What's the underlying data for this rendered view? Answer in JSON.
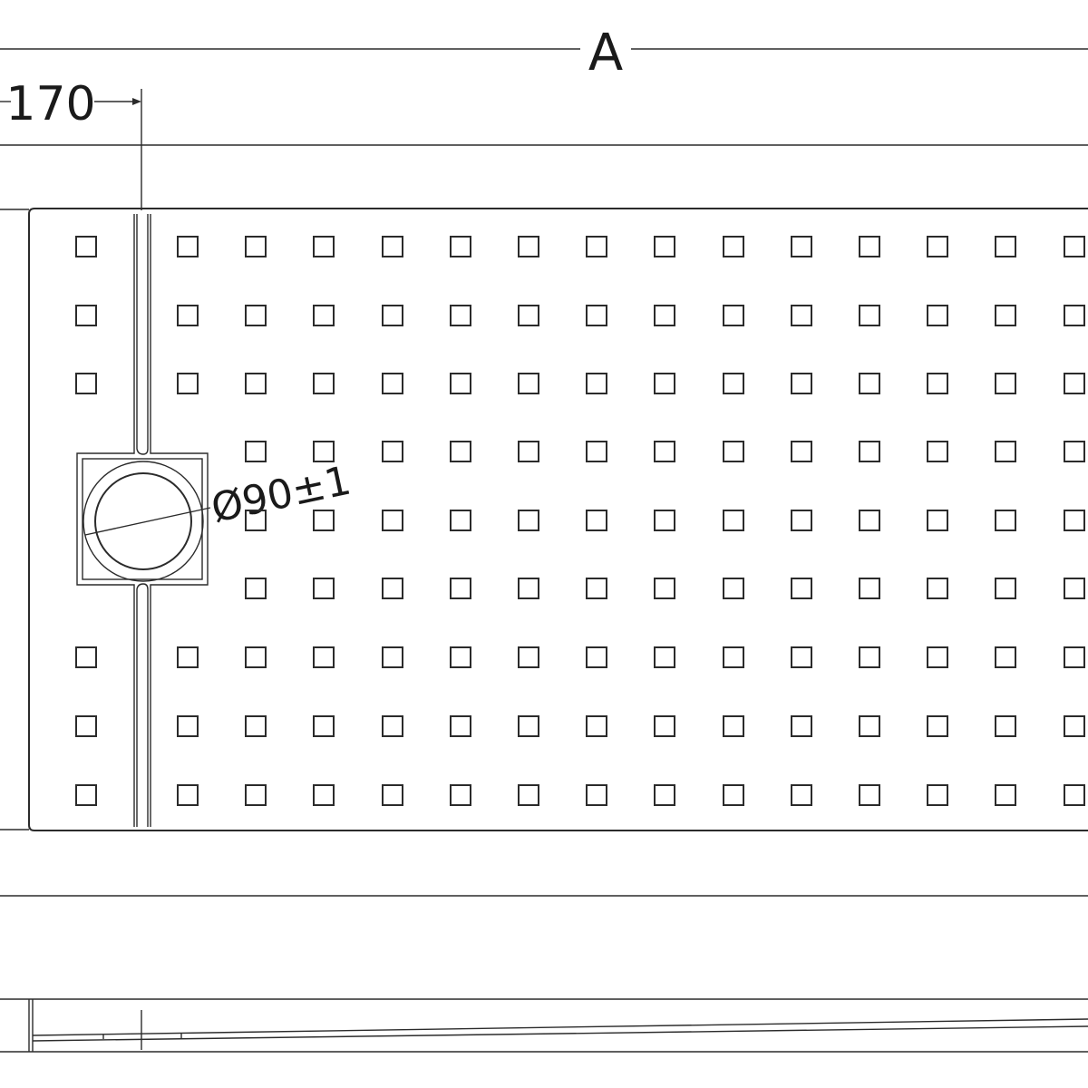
{
  "dimensions": {
    "width_label": "A",
    "offset_label": "170",
    "drain_label": "Ø90±1"
  },
  "colors": {
    "line": "#2b2b2b",
    "background": "#ffffff"
  }
}
